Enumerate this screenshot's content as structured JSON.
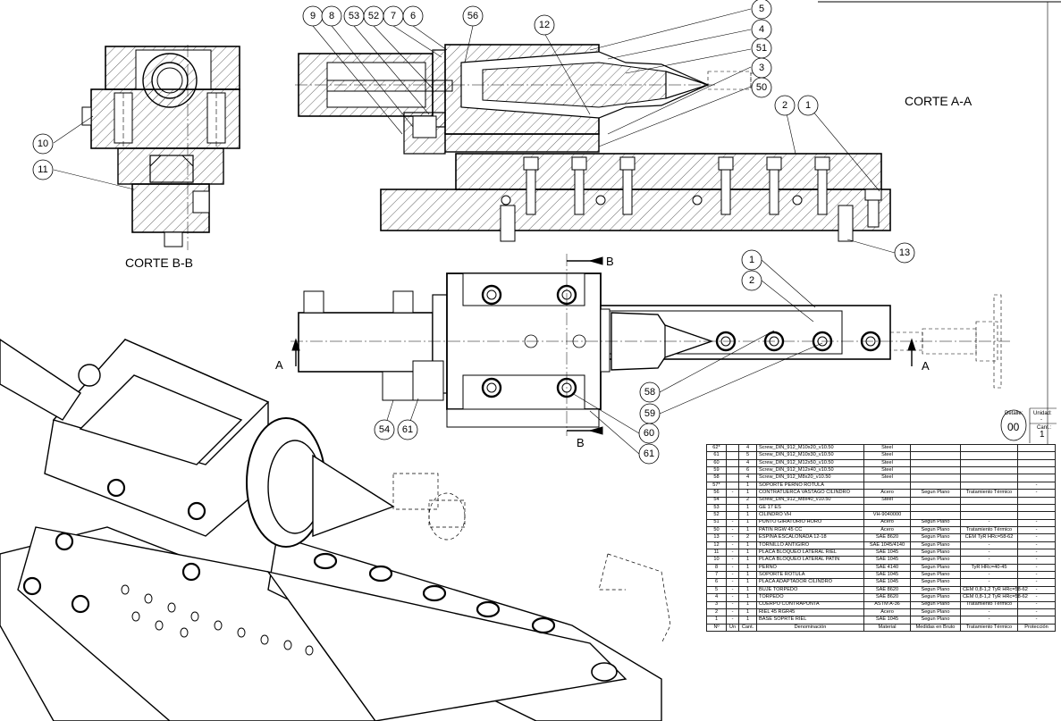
{
  "views": {
    "section_aa": "CORTE A-A",
    "section_bb": "CORTE B-B"
  },
  "cut_markers": {
    "top": "B",
    "bottom": "B",
    "left": "A",
    "right": "A"
  },
  "callouts": {
    "section_aa": [
      "9",
      "8",
      "53",
      "52",
      "7",
      "6",
      "56",
      "12",
      "5",
      "4",
      "51",
      "3",
      "50",
      "2",
      "1",
      "13"
    ],
    "section_bb": [
      "10",
      "11"
    ],
    "top_view": [
      "1",
      "2",
      "58",
      "59",
      "60",
      "61",
      "54",
      "61"
    ]
  },
  "title_block": {
    "detail_label": "Detalle:",
    "detail_value": "00",
    "unit_label": "Unidad:",
    "unit_value": "-",
    "qty_label": "Cant.:",
    "qty_value": "1"
  },
  "bom": {
    "columns": [
      "Nº",
      "Un",
      "Cant.",
      "Denominación",
      "Material",
      "Medidas en Bruto",
      "Tratamiento Térmico",
      "Protección"
    ],
    "rows": [
      [
        "62*",
        "",
        "4",
        "Screw_DIN_912_M10x20_v10.50",
        "Steel",
        "",
        "",
        ""
      ],
      [
        "61",
        "",
        "5",
        "Screw_DIN_912_M10x30_v10.50",
        "Steel",
        "",
        "",
        ""
      ],
      [
        "60",
        "",
        "4",
        "Screw_DIN_912_M12x50_v10.50",
        "Steel",
        "",
        "",
        ""
      ],
      [
        "59",
        "",
        "6",
        "Screw_DIN_912_M12x40_v10.50",
        "Steel",
        "",
        "",
        ""
      ],
      [
        "58",
        "",
        "4",
        "Screw_DIN_912_M8x20_v10.50",
        "Steel",
        "",
        "",
        ""
      ],
      [
        "57*",
        "",
        "1",
        "SOPORTE PERNO ROTULA",
        "",
        "",
        "",
        "-"
      ],
      [
        "56",
        "-",
        "1",
        "CONTRATUERCA VASTAGO CILINDRO",
        "Acero",
        "Segun Plano",
        "Tratamiento Térmico",
        "-"
      ],
      [
        "54",
        "",
        "2",
        "Screw_DIN_912_M8x40_v10.50",
        "Steel",
        "",
        "",
        ""
      ],
      [
        "53",
        "",
        "1",
        "GE 17 ES",
        "",
        "",
        "",
        ""
      ],
      [
        "52",
        "",
        "1",
        "CILINDRO VH",
        "VH-9040000",
        "",
        "",
        ""
      ],
      [
        "51",
        "-",
        "1",
        "PUNTO GIRATORIO HORO",
        "Acero",
        "Segun Plano",
        "-",
        "-"
      ],
      [
        "50",
        "-",
        "1",
        "PATIN RGW 45 CC",
        "Acero",
        "Segun Plano",
        "Tratamiento Térmico",
        "-"
      ],
      [
        "13",
        "-",
        "2",
        "ESPINA ESCALONADA 12-18",
        "SAE 8620",
        "Segun Plano",
        "CEM TyR HRc=58-62",
        "-"
      ],
      [
        "12",
        "-",
        "1",
        "TORNILLO ANTIGIRO",
        "SAE 1045/4140",
        "Segun Plano",
        "-",
        "-"
      ],
      [
        "11",
        "-",
        "1",
        "PLACA BLOQUEO LATERAL RIEL",
        "SAE 1045",
        "Segun Plano",
        "-",
        "-"
      ],
      [
        "10",
        "-",
        "1",
        "PLACA BLOQUEO LATERAL PATIN",
        "SAE 1045",
        "Segun Plano",
        "-",
        "-"
      ],
      [
        "8",
        "-",
        "1",
        "PERNO",
        "SAE 4140",
        "Segun Plano",
        "TyR HRc=40-45",
        "-"
      ],
      [
        "7",
        "-",
        "1",
        "SOPORTE ROTULA",
        "SAE 1045",
        "Segun Plano",
        "-",
        "-"
      ],
      [
        "6",
        "-",
        "1",
        "PLACA ADAPTADOR CILINDRO",
        "SAE 1045",
        "Segun Plano",
        "-",
        "-"
      ],
      [
        "5",
        "-",
        "1",
        "BUJE TORPEDO",
        "SAE 8620",
        "Segun Plano",
        "CEM 0,8-1,2 TyR HRc=58-62",
        "-"
      ],
      [
        "4",
        "-",
        "1",
        "TORPEDO",
        "SAE 8620",
        "Segun Plano",
        "CEM 0,8-1,2 TyR HRc=58-62",
        "-"
      ],
      [
        "3",
        "-",
        "1",
        "CUERPO CONTRAPUNTA",
        "ASTM A-36",
        "Segun Plano",
        "Tratamiento Térmico",
        "-"
      ],
      [
        "2",
        "-",
        "1",
        "RIEL 45 RGR45",
        "Acero",
        "Segun Plano",
        "-",
        "-"
      ],
      [
        "1",
        "-",
        "1",
        "BASE SOPRTE RIEL",
        "SAE 1045",
        "Segun Plano",
        "-",
        "-"
      ]
    ]
  }
}
